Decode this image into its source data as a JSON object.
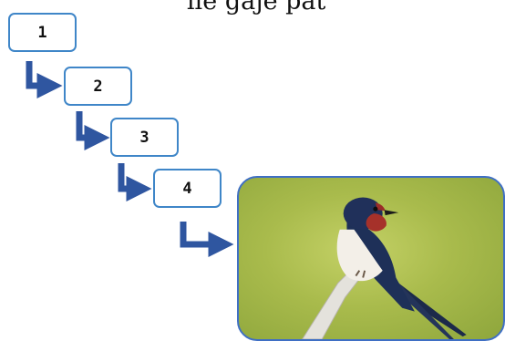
{
  "partial_text": "lle gaje pat",
  "steps": [
    {
      "label": "1"
    },
    {
      "label": "2"
    },
    {
      "label": "3"
    },
    {
      "label": "4"
    }
  ],
  "colors": {
    "box_border": "#3f86c8",
    "arrow": "#2f56a0",
    "photo_border": "#3f6fc4",
    "photo_background": "#a9bb4c"
  },
  "photo": {
    "subject": "swallow-on-branch"
  }
}
